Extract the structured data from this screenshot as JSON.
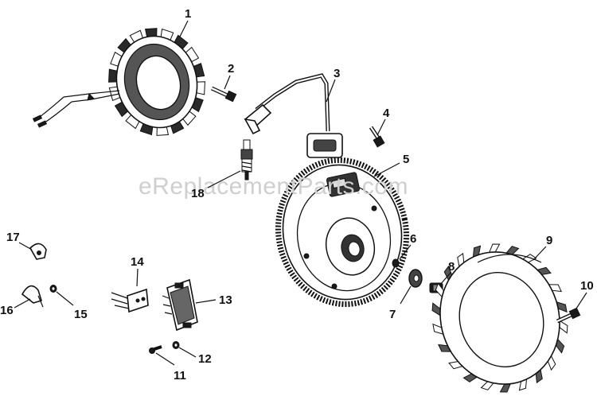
{
  "watermark": "eReplacementParts.com",
  "callouts": [
    {
      "id": "1",
      "label": "1"
    },
    {
      "id": "2",
      "label": "2"
    },
    {
      "id": "3",
      "label": "3"
    },
    {
      "id": "4",
      "label": "4"
    },
    {
      "id": "5",
      "label": "5"
    },
    {
      "id": "6",
      "label": "6"
    },
    {
      "id": "7",
      "label": "7"
    },
    {
      "id": "8",
      "label": "8"
    },
    {
      "id": "9",
      "label": "9"
    },
    {
      "id": "10",
      "label": "10"
    },
    {
      "id": "11",
      "label": "11"
    },
    {
      "id": "12",
      "label": "12"
    },
    {
      "id": "13",
      "label": "13"
    },
    {
      "id": "14",
      "label": "14"
    },
    {
      "id": "15",
      "label": "15"
    },
    {
      "id": "16",
      "label": "16"
    },
    {
      "id": "17",
      "label": "17"
    },
    {
      "id": "18",
      "label": "18"
    }
  ]
}
